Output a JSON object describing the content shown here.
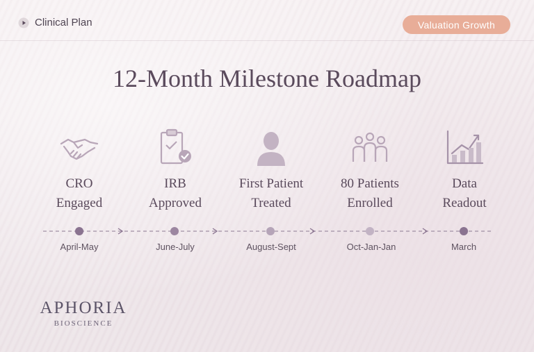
{
  "header": {
    "breadcrumb": "Clinical Plan",
    "badge": "Valuation Growth"
  },
  "title": "12-Month Milestone Roadmap",
  "milestones": [
    {
      "label": "CRO\nEngaged",
      "date": "April-May",
      "icon": "handshake-icon"
    },
    {
      "label": "IRB\nApproved",
      "date": "June-July",
      "icon": "clipboard-check-icon"
    },
    {
      "label": "First Patient\nTreated",
      "date": "August-Sept",
      "icon": "patient-icon"
    },
    {
      "label": "80 Patients\nEnrolled",
      "date": "Oct-Jan-Jan",
      "icon": "group-icon"
    },
    {
      "label": "Data\nReadout",
      "date": "March",
      "icon": "bar-chart-icon"
    }
  ],
  "brand": {
    "name": "APHORIA",
    "subtitle": "BIOSCIENCE"
  },
  "colors": {
    "badge": "#e8ad98",
    "title": "#5a4a5c",
    "icon": "#b8a6b8",
    "timeline_dot": "#8a7390"
  }
}
